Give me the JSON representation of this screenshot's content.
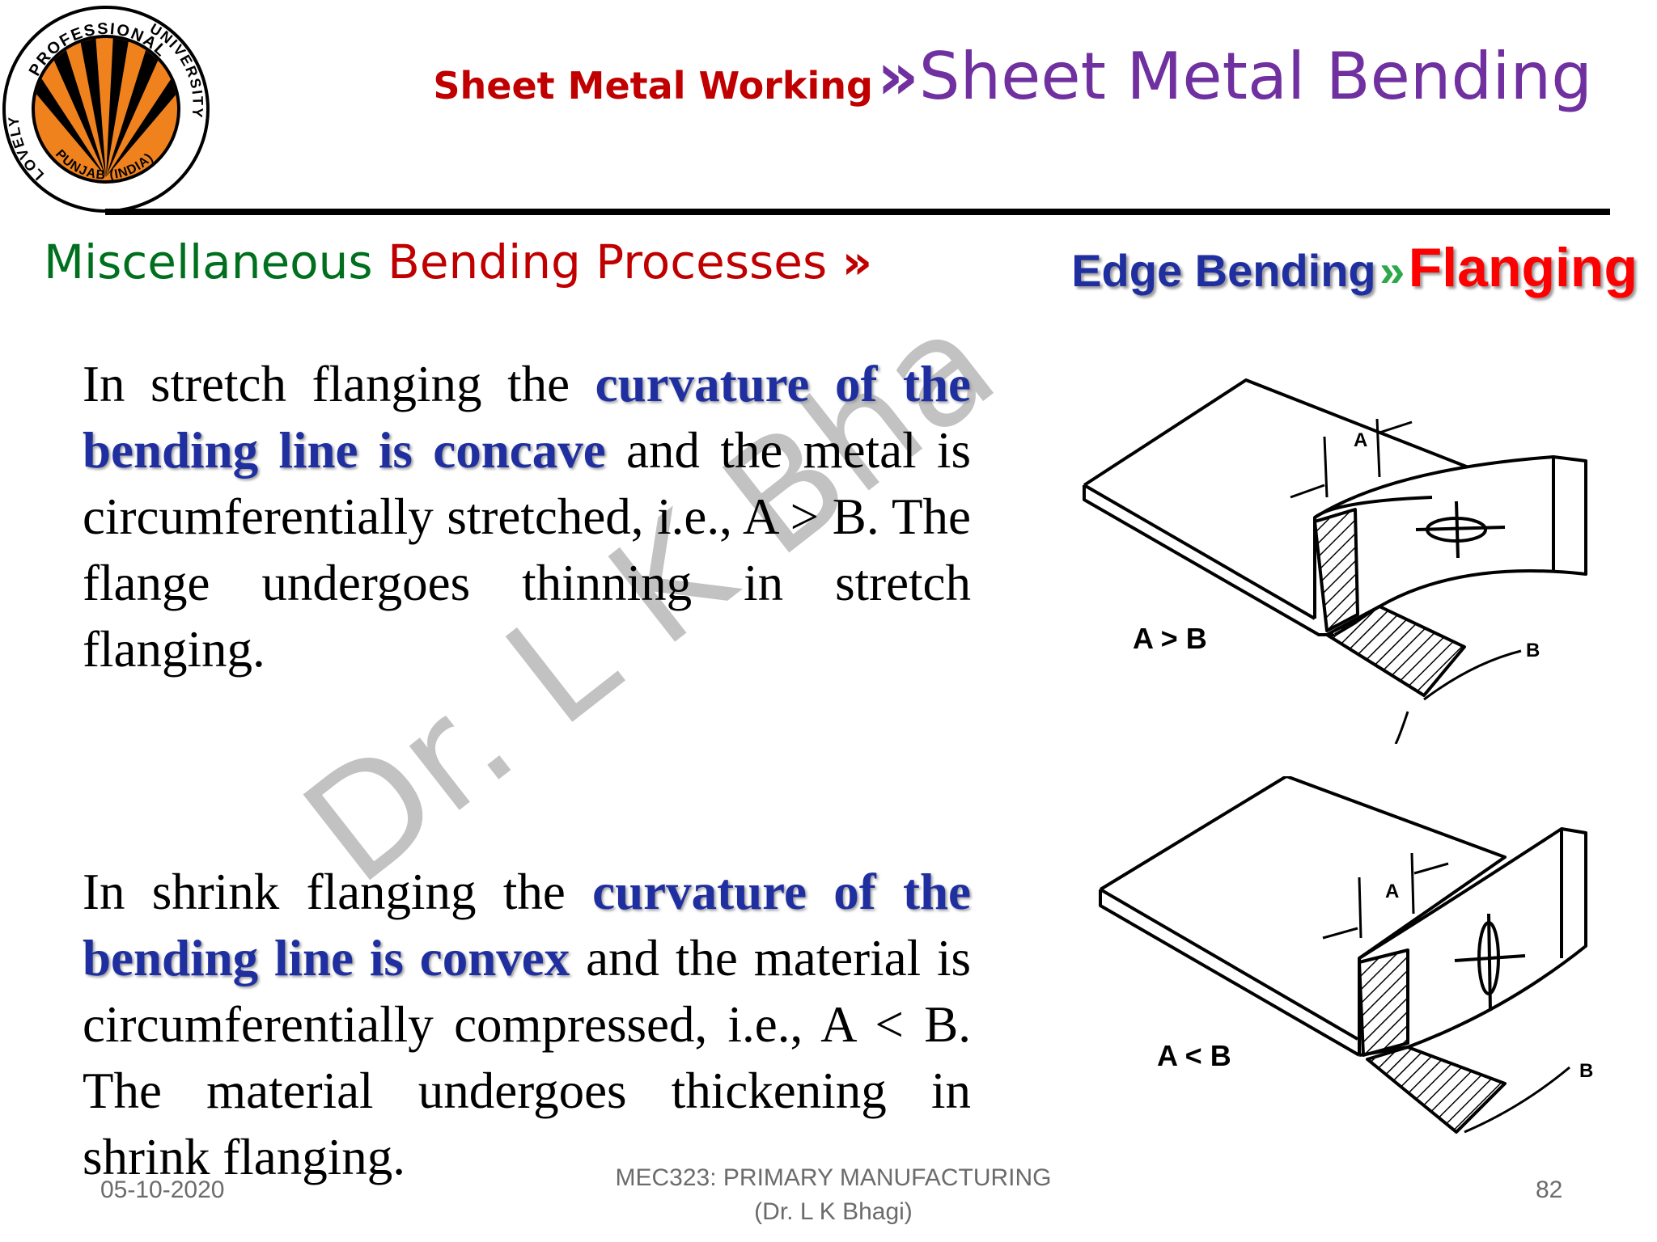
{
  "logo": {
    "top_text": "PROFESSIONAL",
    "left_text": "LOVELY",
    "right_text": "UNIVERSITY",
    "bottom_text": "PUNJAB (INDIA)",
    "colors": {
      "orange": "#f0821e",
      "ring": "#000000"
    }
  },
  "header": {
    "section": "Sheet Metal Working",
    "separator": "»",
    "topic": "Sheet Metal Bending"
  },
  "subheader": {
    "left_part1": "Miscellaneous",
    "left_part2": "Bending Processes",
    "left_arrow": "»",
    "right_part1": "Edge Bending",
    "right_separator": "»",
    "right_part2": "Flanging"
  },
  "stretch": {
    "text_before": "In stretch flanging the ",
    "highlight": "curvature of the bending line is concave",
    "text_after": " and the metal is circumferentially stretched, i.e., A > B. The flange undergoes thinning in stretch flanging."
  },
  "shrink": {
    "text_before": "In shrink flanging the ",
    "highlight": "curvature of the bending line is convex",
    "text_after": " and the material is circumferentially compressed, i.e., A < B. The material undergoes thickening in shrink flanging."
  },
  "figures": {
    "stretch": {
      "relation": "A > B",
      "label_a": "A",
      "label_b": "B"
    },
    "shrink": {
      "relation": "A < B",
      "label_a": "A",
      "label_b": "B"
    }
  },
  "watermark": "Dr. L K Bha",
  "footer": {
    "date": "05-10-2020",
    "course_line1": "MEC323: PRIMARY MANUFACTURING",
    "course_line2": "(Dr. L K Bhagi)",
    "page": "82"
  },
  "colors": {
    "section_red": "#c00000",
    "topic_purple": "#7030a0",
    "highlight_blue": "#1f2fa0",
    "green": "#00701e",
    "flanging_red": "#ff0000"
  }
}
